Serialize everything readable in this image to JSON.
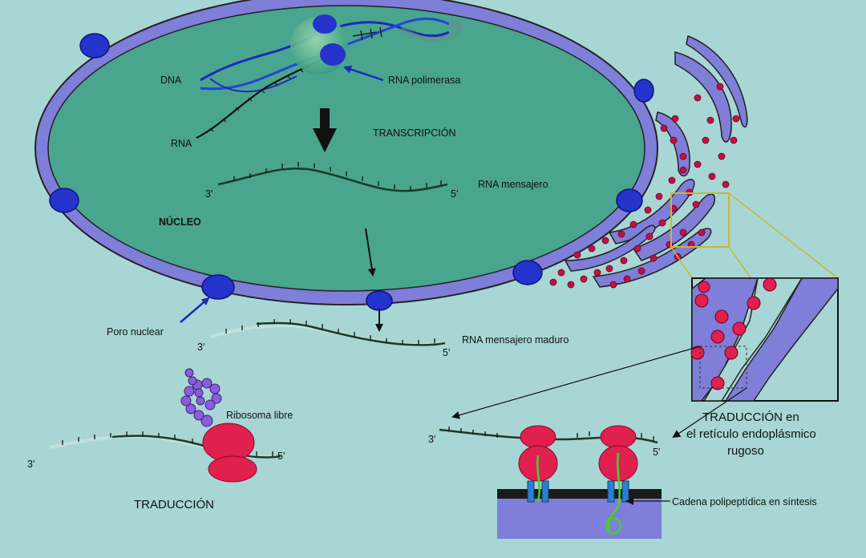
{
  "labels": {
    "dna": "DNA",
    "rna": "RNA",
    "rna_polimerasa": "RNA polimerasa",
    "transcripcion": "TRANSCRIPCIÓN",
    "rna_mensajero": "RNA mensajero",
    "nucleo": "NÚCLEO",
    "poro_nuclear": "Poro nuclear",
    "rna_mensajero_maduro": "RNA mensajero maduro",
    "ribosoma_libre": "Ribosoma libre",
    "traduccion": "TRADUCCIÓN",
    "traduccion_re_line1": "TRADUCCIÓN en",
    "traduccion_re_line2": "el retículo endoplásmico",
    "traduccion_re_line3": "rugoso",
    "cadena_polipeptidica": "Cadena polipeptídica en síntesis",
    "three_prime": "3'",
    "five_prime": "5'"
  },
  "colors": {
    "background": "#a8d6d4",
    "nucleoplasm": "#4aa58e",
    "envelope": "#7f7ed8",
    "pore": "#2433cc",
    "ribosome": "#e0204f",
    "er_ribosome": "#c01048",
    "polypeptide": "#44d030",
    "zoom_frame": "#c8b830"
  }
}
